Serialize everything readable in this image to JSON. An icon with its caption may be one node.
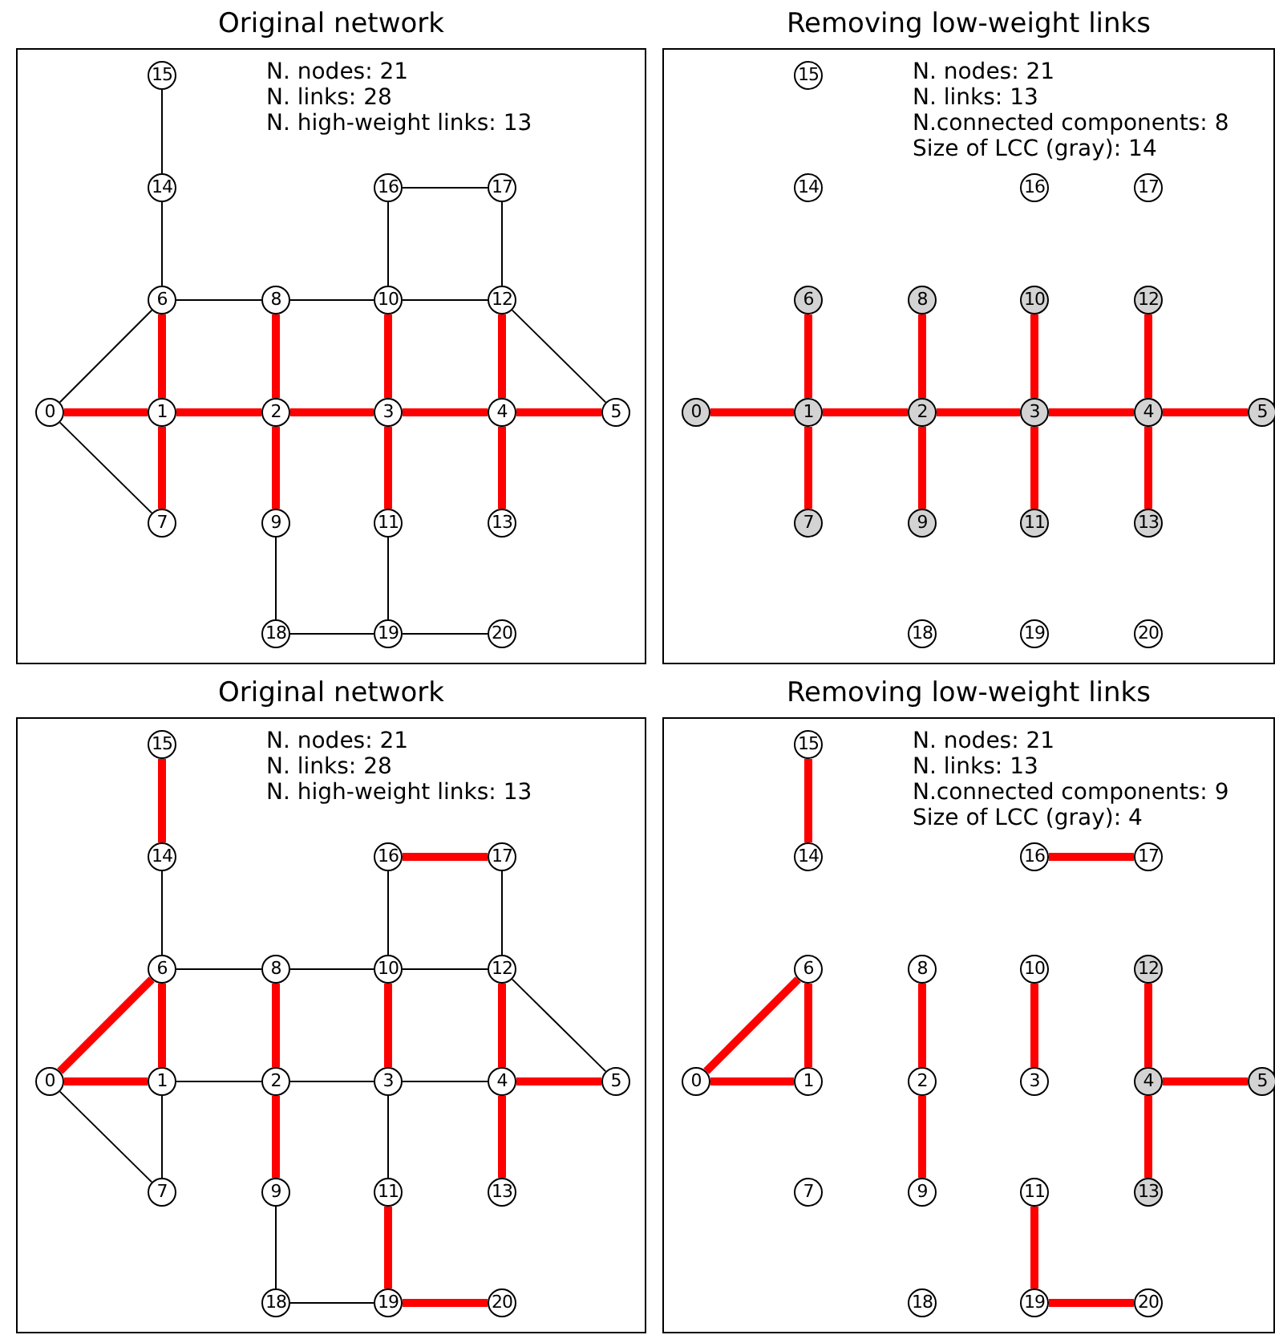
{
  "diagram": {
    "nodes": [
      {
        "text": [
          "Original network",
          "N. nodes: 21",
          "N. links: 28",
          "N. high-weight links: 13"
        ]
      },
      {
        "text": [
          "0"
        ],
        "in": 0
      },
      {
        "text": [
          "1"
        ],
        "in": 0
      },
      {
        "text": [
          "2"
        ],
        "in": 0
      },
      {
        "text": [
          "3"
        ],
        "in": 0
      },
      {
        "text": [
          "4"
        ],
        "in": 0
      },
      {
        "text": [
          "5"
        ],
        "in": 0
      },
      {
        "text": [
          "6"
        ],
        "in": 0
      },
      {
        "text": [
          "7"
        ],
        "in": 0
      },
      {
        "text": [
          "8"
        ],
        "in": 0
      },
      {
        "text": [
          "9"
        ],
        "in": 0
      },
      {
        "text": [
          "10"
        ],
        "in": 0
      },
      {
        "text": [
          "11"
        ],
        "in": 0
      },
      {
        "text": [
          "12"
        ],
        "in": 0
      },
      {
        "text": [
          "13"
        ],
        "in": 0
      },
      {
        "text": [
          "14"
        ],
        "in": 0
      },
      {
        "text": [
          "15"
        ],
        "in": 0
      },
      {
        "text": [
          "16"
        ],
        "in": 0
      },
      {
        "text": [
          "17"
        ],
        "in": 0
      },
      {
        "text": [
          "18"
        ],
        "in": 0
      },
      {
        "text": [
          "19"
        ],
        "in": 0
      },
      {
        "text": [
          "20"
        ],
        "in": 0
      },
      {
        "text": [
          "Removing low-weight links",
          "N. nodes: 21",
          "N. links: 13",
          "N.connected components: 8",
          "Size of LCC (gray): 14"
        ]
      },
      {
        "text": [
          "0"
        ],
        "in": 22
      },
      {
        "text": [
          "1"
        ],
        "in": 22
      },
      {
        "text": [
          "2"
        ],
        "in": 22
      },
      {
        "text": [
          "3"
        ],
        "in": 22
      },
      {
        "text": [
          "4"
        ],
        "in": 22
      },
      {
        "text": [
          "5"
        ],
        "in": 22
      },
      {
        "text": [
          "6"
        ],
        "in": 22
      },
      {
        "text": [
          "7"
        ],
        "in": 22
      },
      {
        "text": [
          "8"
        ],
        "in": 22
      },
      {
        "text": [
          "9"
        ],
        "in": 22
      },
      {
        "text": [
          "10"
        ],
        "in": 22
      },
      {
        "text": [
          "11"
        ],
        "in": 22
      },
      {
        "text": [
          "12"
        ],
        "in": 22
      },
      {
        "text": [
          "13"
        ],
        "in": 22
      },
      {
        "text": [
          "14"
        ],
        "in": 22
      },
      {
        "text": [
          "15"
        ],
        "in": 22
      },
      {
        "text": [
          "16"
        ],
        "in": 22
      },
      {
        "text": [
          "17"
        ],
        "in": 22
      },
      {
        "text": [
          "18"
        ],
        "in": 22
      },
      {
        "text": [
          "19"
        ],
        "in": 22
      },
      {
        "text": [
          "20"
        ],
        "in": 22
      },
      {
        "text": [
          "Original network",
          "N. nodes: 21",
          "N. links: 28",
          "N. high-weight links: 13"
        ]
      },
      {
        "text": [
          "0"
        ],
        "in": 44
      },
      {
        "text": [
          "1"
        ],
        "in": 44
      },
      {
        "text": [
          "2"
        ],
        "in": 44
      },
      {
        "text": [
          "3"
        ],
        "in": 44
      },
      {
        "text": [
          "4"
        ],
        "in": 44
      },
      {
        "text": [
          "5"
        ],
        "in": 44
      },
      {
        "text": [
          "6"
        ],
        "in": 44
      },
      {
        "text": [
          "7"
        ],
        "in": 44
      },
      {
        "text": [
          "8"
        ],
        "in": 44
      },
      {
        "text": [
          "9"
        ],
        "in": 44
      },
      {
        "text": [
          "10"
        ],
        "in": 44
      },
      {
        "text": [
          "11"
        ],
        "in": 44
      },
      {
        "text": [
          "12"
        ],
        "in": 44
      },
      {
        "text": [
          "13"
        ],
        "in": 44
      },
      {
        "text": [
          "14"
        ],
        "in": 44
      },
      {
        "text": [
          "15"
        ],
        "in": 44
      },
      {
        "text": [
          "16"
        ],
        "in": 44
      },
      {
        "text": [
          "17"
        ],
        "in": 44
      },
      {
        "text": [
          "18"
        ],
        "in": 44
      },
      {
        "text": [
          "19"
        ],
        "in": 44
      },
      {
        "text": [
          "20"
        ],
        "in": 44
      },
      {
        "text": [
          "Removing low-weight links",
          "N. nodes: 21",
          "N. links: 13",
          "N.connected components: 9",
          "Size of LCC (gray): 4"
        ]
      },
      {
        "text": [
          "0"
        ],
        "in": 66
      },
      {
        "text": [
          "1"
        ],
        "in": 66
      },
      {
        "text": [
          "2"
        ],
        "in": 66
      },
      {
        "text": [
          "3"
        ],
        "in": 66
      },
      {
        "text": [
          "4"
        ],
        "in": 66
      },
      {
        "text": [
          "5"
        ],
        "in": 66
      },
      {
        "text": [
          "6"
        ],
        "in": 66
      },
      {
        "text": [
          "7"
        ],
        "in": 66
      },
      {
        "text": [
          "8"
        ],
        "in": 66
      },
      {
        "text": [
          "9"
        ],
        "in": 66
      },
      {
        "text": [
          "10"
        ],
        "in": 66
      },
      {
        "text": [
          "11"
        ],
        "in": 66
      },
      {
        "text": [
          "12"
        ],
        "in": 66
      },
      {
        "text": [
          "13"
        ],
        "in": 66
      },
      {
        "text": [
          "14"
        ],
        "in": 66
      },
      {
        "text": [
          "15"
        ],
        "in": 66
      },
      {
        "text": [
          "16"
        ],
        "in": 66
      },
      {
        "text": [
          "17"
        ],
        "in": 66
      },
      {
        "text": [
          "18"
        ],
        "in": 66
      },
      {
        "text": [
          "19"
        ],
        "in": 66
      },
      {
        "text": [
          "20"
        ],
        "in": 66
      }
    ],
    "edges": [
      {
        "from": 16,
        "to": 15,
        "arrow": "none",
        "color": "#000000"
      },
      {
        "from": 15,
        "to": 7,
        "arrow": "none",
        "color": "#000000"
      },
      {
        "from": 7,
        "to": 1,
        "arrow": "none",
        "color": "#000000"
      },
      {
        "from": 7,
        "to": 9,
        "arrow": "none",
        "color": "#000000"
      },
      {
        "from": 7,
        "to": 2,
        "arrow": "none"
      },
      {
        "from": 9,
        "to": 11,
        "arrow": "none",
        "color": "#000000"
      },
      {
        "from": 11,
        "to": 13,
        "arrow": "none",
        "color": "#000000"
      },
      {
        "from": 17,
        "to": 11,
        "arrow": "none",
        "color": "#000000"
      },
      {
        "from": 17,
        "to": 18,
        "arrow": "none",
        "color": "#000000"
      },
      {
        "from": 18,
        "to": 13,
        "arrow": "none",
        "color": "#000000"
      },
      {
        "from": 13,
        "to": 6,
        "arrow": "none",
        "color": "#000000"
      },
      {
        "from": 13,
        "to": 5,
        "arrow": "none"
      },
      {
        "from": 1,
        "to": 2,
        "arrow": "none"
      },
      {
        "from": 2,
        "to": 3,
        "arrow": "none"
      },
      {
        "from": 3,
        "to": 4,
        "arrow": "none"
      },
      {
        "from": 4,
        "to": 5,
        "arrow": "none"
      },
      {
        "from": 5,
        "to": 6,
        "arrow": "none"
      },
      {
        "from": 1,
        "to": 8,
        "arrow": "none",
        "color": "#000000"
      },
      {
        "from": 2,
        "to": 8,
        "arrow": "none"
      },
      {
        "from": 9,
        "to": 3,
        "arrow": "none"
      },
      {
        "from": 3,
        "to": 10,
        "arrow": "none"
      },
      {
        "from": 11,
        "to": 4,
        "arrow": "none"
      },
      {
        "from": 4,
        "to": 12,
        "arrow": "none"
      },
      {
        "from": 5,
        "to": 14,
        "arrow": "none"
      },
      {
        "from": 10,
        "to": 19,
        "arrow": "none",
        "color": "#000000"
      },
      {
        "from": 19,
        "to": 20,
        "arrow": "none",
        "color": "#000000"
      },
      {
        "from": 12,
        "to": 20,
        "arrow": "none",
        "color": "#000000"
      },
      {
        "from": 20,
        "to": 21,
        "arrow": "none",
        "color": "#000000"
      },
      {
        "from": 29,
        "to": 24,
        "arrow": "none"
      },
      {
        "from": 35,
        "to": 27,
        "arrow": "none"
      },
      {
        "from": 23,
        "to": 24,
        "arrow": "none"
      },
      {
        "from": 24,
        "to": 25,
        "arrow": "none"
      },
      {
        "from": 25,
        "to": 26,
        "arrow": "none"
      },
      {
        "from": 26,
        "to": 27,
        "arrow": "none"
      },
      {
        "from": 27,
        "to": 28,
        "arrow": "none"
      },
      {
        "from": 24,
        "to": 30,
        "arrow": "none"
      },
      {
        "from": 31,
        "to": 25,
        "arrow": "none"
      },
      {
        "from": 25,
        "to": 32,
        "arrow": "none"
      },
      {
        "from": 33,
        "to": 26,
        "arrow": "none"
      },
      {
        "from": 26,
        "to": 34,
        "arrow": "none"
      },
      {
        "from": 27,
        "to": 36,
        "arrow": "none"
      },
      {
        "from": 60,
        "to": 59,
        "arrow": "none"
      },
      {
        "from": 59,
        "to": 51,
        "arrow": "none",
        "color": "#000000"
      },
      {
        "from": 51,
        "to": 45,
        "arrow": "none"
      },
      {
        "from": 51,
        "to": 53,
        "arrow": "none",
        "color": "#000000"
      },
      {
        "from": 51,
        "to": 46,
        "arrow": "none"
      },
      {
        "from": 53,
        "to": 55,
        "arrow": "none",
        "color": "#000000"
      },
      {
        "from": 55,
        "to": 57,
        "arrow": "none",
        "color": "#000000"
      },
      {
        "from": 61,
        "to": 55,
        "arrow": "none",
        "color": "#000000"
      },
      {
        "from": 61,
        "to": 62,
        "arrow": "none"
      },
      {
        "from": 62,
        "to": 57,
        "arrow": "none",
        "color": "#000000"
      },
      {
        "from": 57,
        "to": 50,
        "arrow": "none",
        "color": "#000000"
      },
      {
        "from": 57,
        "to": 49,
        "arrow": "none"
      },
      {
        "from": 45,
        "to": 46,
        "arrow": "none"
      },
      {
        "from": 46,
        "to": 47,
        "arrow": "none",
        "color": "#000000"
      },
      {
        "from": 47,
        "to": 48,
        "arrow": "none",
        "color": "#000000"
      },
      {
        "from": 48,
        "to": 49,
        "arrow": "none",
        "color": "#000000"
      },
      {
        "from": 49,
        "to": 50,
        "arrow": "none"
      },
      {
        "from": 45,
        "to": 52,
        "arrow": "none",
        "color": "#000000"
      },
      {
        "from": 46,
        "to": 52,
        "arrow": "none",
        "color": "#000000"
      },
      {
        "from": 53,
        "to": 47,
        "arrow": "none"
      },
      {
        "from": 47,
        "to": 54,
        "arrow": "none"
      },
      {
        "from": 55,
        "to": 48,
        "arrow": "none"
      },
      {
        "from": 48,
        "to": 56,
        "arrow": "none",
        "color": "#000000"
      },
      {
        "from": 49,
        "to": 58,
        "arrow": "none"
      },
      {
        "from": 54,
        "to": 63,
        "arrow": "none",
        "color": "#000000"
      },
      {
        "from": 63,
        "to": 64,
        "arrow": "none",
        "color": "#000000"
      },
      {
        "from": 56,
        "to": 64,
        "arrow": "none"
      },
      {
        "from": 64,
        "to": 65,
        "arrow": "none"
      },
      {
        "from": 82,
        "to": 81,
        "arrow": "none"
      },
      {
        "from": 83,
        "to": 84,
        "arrow": "none"
      },
      {
        "from": 73,
        "to": 67,
        "arrow": "none"
      },
      {
        "from": 73,
        "to": 68,
        "arrow": "none"
      },
      {
        "from": 67,
        "to": 68,
        "arrow": "none"
      },
      {
        "from": 75,
        "to": 69,
        "arrow": "none"
      },
      {
        "from": 69,
        "to": 76,
        "arrow": "none"
      },
      {
        "from": 77,
        "to": 70,
        "arrow": "none"
      },
      {
        "from": 79,
        "to": 71,
        "arrow": "none"
      },
      {
        "from": 71,
        "to": 72,
        "arrow": "none"
      },
      {
        "from": 71,
        "to": 80,
        "arrow": "none"
      },
      {
        "from": 78,
        "to": 86,
        "arrow": "none"
      },
      {
        "from": 86,
        "to": 87,
        "arrow": "none"
      }
    ]
  }
}
